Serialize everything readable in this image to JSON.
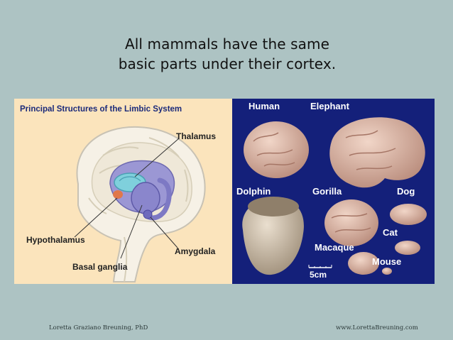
{
  "slide": {
    "title_line1": "All mammals have the same",
    "title_line2": "basic parts under their cortex.",
    "footer_left": "Loretta Graziano Breuning, PhD",
    "footer_right": "www.LorettaBreuning.com"
  },
  "limbic": {
    "title": "Principal Structures of the Limbic System",
    "thalamus": "Thalamus",
    "hypothalamus": "Hypothalamus",
    "amygdala": "Amygdala",
    "basal_ganglia": "Basal ganglia"
  },
  "brains": {
    "human": "Human",
    "elephant": "Elephant",
    "dolphin": "Dolphin",
    "gorilla": "Gorilla",
    "dog": "Dog",
    "cat": "Cat",
    "macaque": "Macaque",
    "mouse": "Mouse",
    "scale": "5cm"
  },
  "colors": {
    "background": "#adc3c3",
    "left_panel": "#fbe4bc",
    "right_panel": "#14207a",
    "limbic_purple": "#8c88cc",
    "brain_pink": "#dcb8a8"
  }
}
